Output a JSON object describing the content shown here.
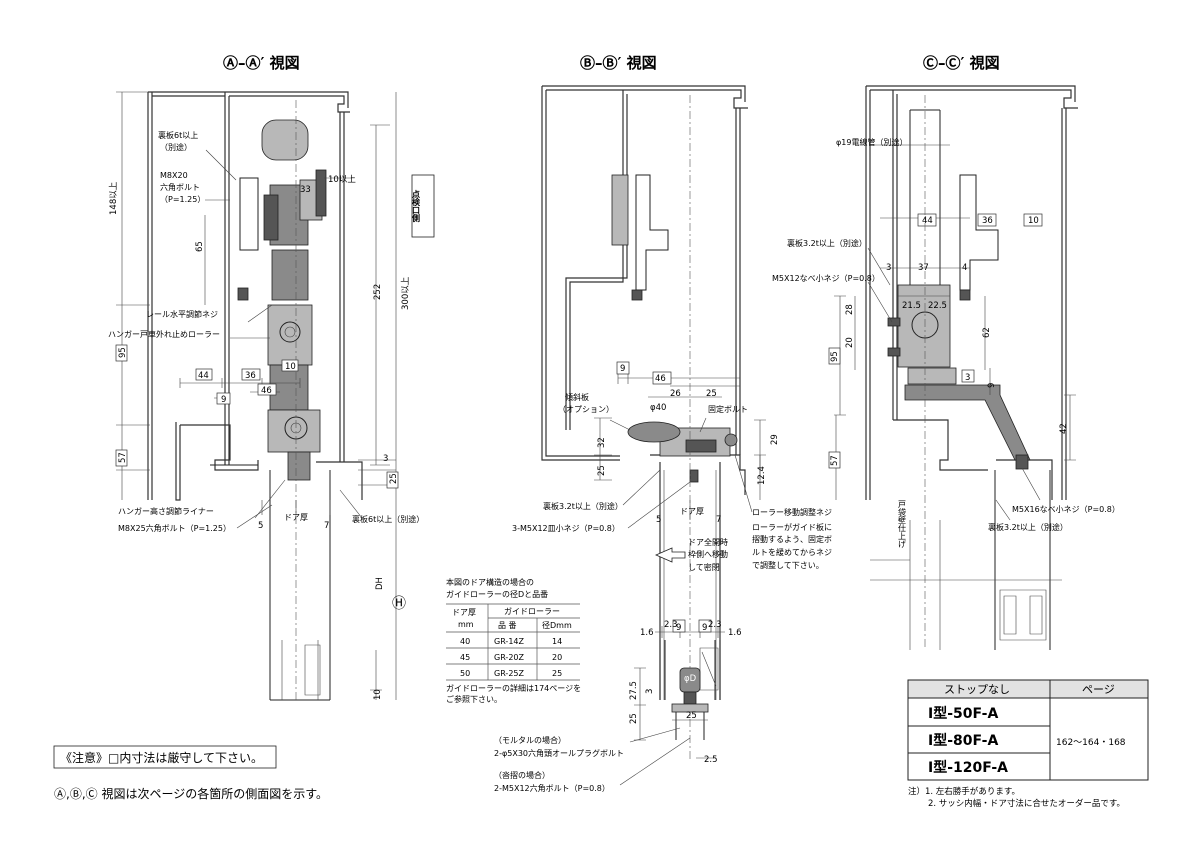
{
  "titles": {
    "a": "Ⓐ–Ⓐ′ 視図",
    "b": "Ⓑ–Ⓑ′ 視図",
    "c": "Ⓒ–Ⓒ′ 視図"
  },
  "view_a": {
    "labels": {
      "urabaita_6t": "裏板6t以上",
      "bettou": "（別途）",
      "m8x20": "M8X20",
      "hex_bolt": "六角ボルト",
      "p125": "（P=1.25）",
      "rail_screw": "レール水平調節ネジ",
      "hanger_roller": "ハンガー戸車外れ止めローラー",
      "hanger_liner": "ハンガー高さ調節ライナー",
      "m8x25": "M8X25六角ボルト（P=1.25）",
      "urabaita_6t_b": "裏板6t以上（別途）",
      "door_thickness": "ドア厚",
      "tenken": "点検口側"
    },
    "dims": {
      "d148": "148以上",
      "d65": "65",
      "d95": "95",
      "d57": "57",
      "d33": "33",
      "d10ijo": "10以上",
      "d44": "44",
      "d36": "36",
      "d10": "10",
      "d46": "46",
      "d9": "9",
      "d252": "252",
      "d300": "300以上",
      "d3": "3",
      "d25": "25",
      "d5": "5",
      "d7": "7",
      "dh": "DH",
      "h_mark": "Ⓗ",
      "d10b": "10"
    }
  },
  "view_b": {
    "labels": {
      "keishaban": "傾斜板",
      "option": "（オプション）",
      "kotei_bolt": "固定ボルト",
      "urabaita_32": "裏板3.2t以上（別途）",
      "m5x12": "3-M5X12皿小ネジ（P=0.8）",
      "door_thickness": "ドア厚",
      "roller_screw": "ローラー移動調整ネジ",
      "note1": "ローラーがガイド板に",
      "note2": "摺動するよう、固定ボ",
      "note3": "ルトを緩めてからネジ",
      "note4": "で調整して下さい。",
      "arrow1": "ドア全開時",
      "arrow2": "枠側へ移動",
      "arrow3": "して密閉"
    },
    "dims": {
      "d9": "9",
      "d46": "46",
      "d26": "26",
      "d25": "25",
      "phi40": "φ40",
      "d32": "32",
      "d29": "29",
      "d12_4": "12.4",
      "d25b": "25",
      "d5": "5",
      "d7": "7"
    }
  },
  "guide_table": {
    "caption1": "本図のドア構造の場合の",
    "caption2": "ガイドローラーの径Dと品番",
    "head_door": "ドア厚",
    "head_mm": "mm",
    "head_guide": "ガイドローラー",
    "head_part": "品 番",
    "head_dia": "径Dmm",
    "rows": [
      {
        "door": "40",
        "part": "GR-14Z",
        "dia": "14"
      },
      {
        "door": "45",
        "part": "GR-20Z",
        "dia": "20"
      },
      {
        "door": "50",
        "part": "GR-25Z",
        "dia": "25"
      }
    ],
    "foot1": "ガイドローラーの詳細は174ページを",
    "foot2": "ご参照下さい。"
  },
  "guide_detail": {
    "dims": {
      "d1_6a": "1.6",
      "d2_3a": "2.3",
      "d9a": "9",
      "d9b": "9",
      "d2_3b": "2.3",
      "d1_6b": "1.6",
      "phiD": "φD",
      "d27_5": "27.5",
      "d3": "3",
      "d25a": "25",
      "d25b": "25",
      "d2_5": "2.5"
    },
    "labels": {
      "mortar": "（モルタルの場合）",
      "mortar_bolt": "2-φ5X30六角頭オールプラグボルト",
      "kutsuzuri": "（沓摺の場合）",
      "kutsuzuri_bolt": "2-M5X12六角ボルト（P=0.8）"
    }
  },
  "view_c": {
    "labels": {
      "phi19": "φ19電線管（別途）",
      "urabaita_32": "裏板3.2t以上（別途）",
      "m5x12": "M5X12なべ小ネジ（P=0.8）",
      "m5x16": "M5X16なべ小ネジ（P=0.8）",
      "urabaita_32b": "裏板3.2t以上（別途）",
      "wall_finish": "戸袋壁仕上げ"
    },
    "dims": {
      "d44": "44",
      "d36": "36",
      "d10": "10",
      "d3": "3",
      "d37": "37",
      "d4": "4",
      "d21_5": "21.5",
      "d22_5": "22.5",
      "d28": "28",
      "d62": "62",
      "d95": "95",
      "d20": "20",
      "d3b": "3",
      "d9": "9",
      "d42": "42",
      "d57": "57"
    }
  },
  "notes": {
    "caution": "《注意》□内寸法は厳守して下さい。",
    "views": "Ⓐ,Ⓑ,Ⓒ 視図は次ページの各箇所の側面図を示す。"
  },
  "stop_table": {
    "head_stop": "ストップなし",
    "head_page": "ページ",
    "models": [
      "Ⅰ型-50F-A",
      "Ⅰ型-80F-A",
      "Ⅰ型-120F-A"
    ],
    "pages": "162〜164・168",
    "note1": "注）1. 左右勝手があります。",
    "note2": "2. サッシ内幅・ドア寸法に合せたオーダー品です。"
  },
  "colors": {
    "line": "#222222",
    "part_fill": "#8a8a8a",
    "part_light": "#b8b8b8"
  }
}
